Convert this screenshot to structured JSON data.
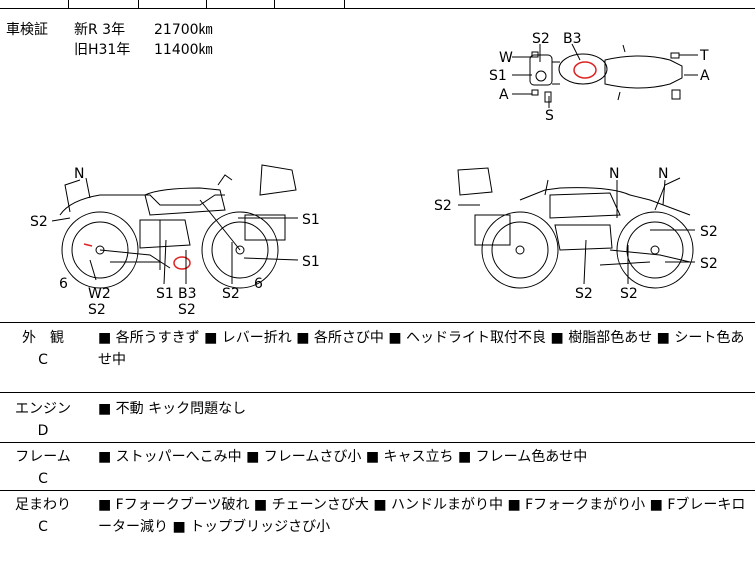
{
  "inspection": {
    "label": "車検証",
    "new_label": "新R 3年",
    "new_km": "21700㎞",
    "old_label": "旧H31年",
    "old_km": "11400㎞"
  },
  "diagram_labels": {
    "top": [
      "S2",
      "B3",
      "W",
      "S1",
      "A",
      "S",
      "T",
      "A"
    ],
    "left": [
      "N",
      "S2",
      "S1",
      "S1",
      "6",
      "W2",
      "S2",
      "S1",
      "B3",
      "S2",
      "S2",
      "6"
    ],
    "right": [
      "N",
      "N",
      "S2",
      "S2",
      "S2",
      "S2",
      "S2"
    ]
  },
  "sections": [
    {
      "name": "外　観",
      "grade": "C",
      "text": "■ 各所うすきず ■ レバー折れ ■ 各所さび中 ■ ヘッドライト取付不良 ■ 樹脂部色あせ ■ シート色あせ中"
    },
    {
      "name": "エンジン",
      "grade": "D",
      "text": "■ 不動 キック問題なし"
    },
    {
      "name": "フレーム",
      "grade": "C",
      "text": "■ ストッパーへこみ中 ■ フレームさび小 ■ キャス立ち ■ フレーム色あせ中"
    },
    {
      "name": "足まわり",
      "grade": "C",
      "text": "■ Fフォークブーツ破れ ■ チェーンさび大 ■ ハンドルまがり中 ■ Fフォークまがり小 ■ Fブレーキローター減り ■ トップブリッジさび小"
    }
  ]
}
